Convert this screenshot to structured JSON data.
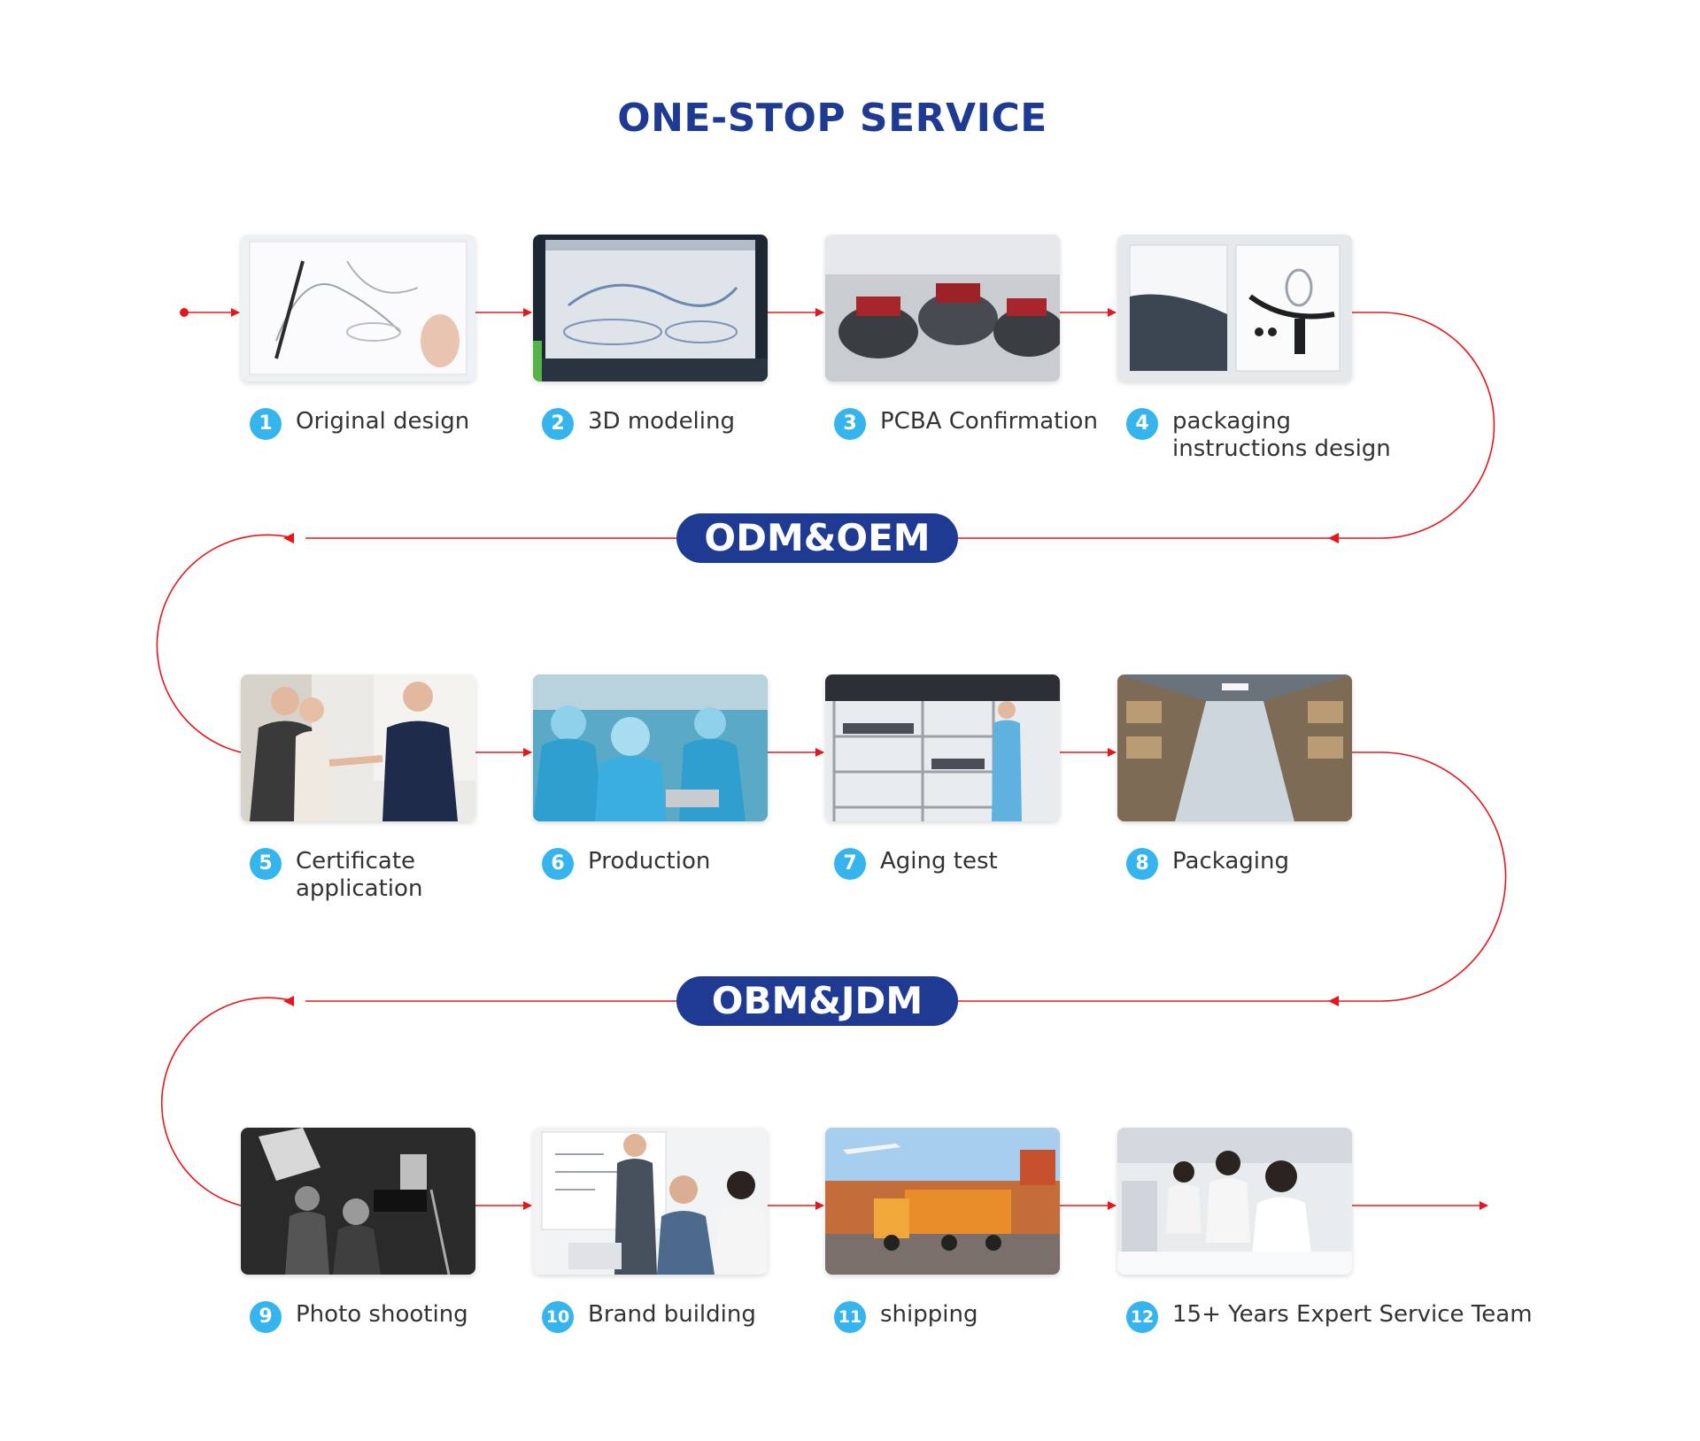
{
  "title": "ONE-STOP SERVICE",
  "stages": [
    {
      "label": "ODM&OEM"
    },
    {
      "label": "OBM&JDM"
    }
  ],
  "steps": [
    {
      "number": "1",
      "lines": [
        "Original design"
      ],
      "photo_icon": "design-sketch-photo"
    },
    {
      "number": "2",
      "lines": [
        "3D modeling"
      ],
      "photo_icon": "cad-monitor-photo"
    },
    {
      "number": "3",
      "lines": [
        "PCBA Confirmation"
      ],
      "photo_icon": "brush-parts-photo"
    },
    {
      "number": "4",
      "lines": [
        "packaging",
        "instructions design"
      ],
      "photo_icon": "package-layout-photo"
    },
    {
      "number": "5",
      "lines": [
        "Certificate",
        "application"
      ],
      "photo_icon": "business-handshake-photo"
    },
    {
      "number": "6",
      "lines": [
        "Production"
      ],
      "photo_icon": "assembly-line-photo"
    },
    {
      "number": "7",
      "lines": [
        "Aging test"
      ],
      "photo_icon": "test-rack-photo"
    },
    {
      "number": "8",
      "lines": [
        "Packaging"
      ],
      "photo_icon": "warehouse-photo"
    },
    {
      "number": "9",
      "lines": [
        "Photo shooting"
      ],
      "photo_icon": "photo-studio-photo"
    },
    {
      "number": "10",
      "lines": [
        "Brand building"
      ],
      "photo_icon": "whiteboard-meeting-photo"
    },
    {
      "number": "11",
      "lines": [
        "shipping"
      ],
      "photo_icon": "logistics-truck-photo"
    },
    {
      "number": "12",
      "lines": [
        "15+ Years Expert Service Team"
      ],
      "photo_icon": "call-center-photo"
    }
  ],
  "colors": {
    "title": "#1f3a93",
    "pill": "#1f3a93",
    "badge": "#35b4ee",
    "flow_line": "#e8161b",
    "label_text": "#333333"
  }
}
